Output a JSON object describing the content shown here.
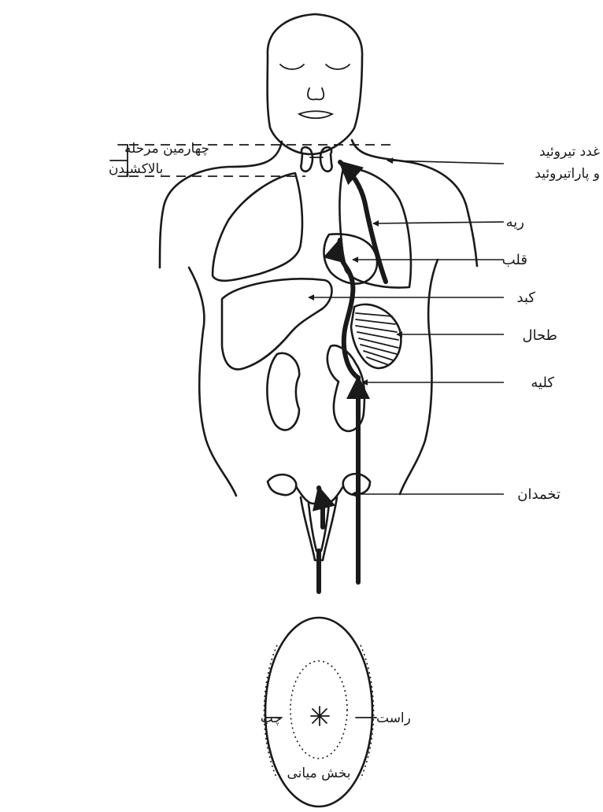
{
  "labels": {
    "fourth_stage_line1": "چهارمین مرحله",
    "fourth_stage_line2": "بالاکشیدن",
    "thyroid_line1": "غدد تیروئید",
    "thyroid_line2": "و پاراتیروئید",
    "lung": "ریه",
    "heart": "قلب",
    "liver": "کبد",
    "spleen": "طحال",
    "kidney": "کلیه",
    "ovary": "تخمدان",
    "right": "راست",
    "left": "چپ",
    "middle": "بخش میانی"
  },
  "colors": {
    "ink": "#1a1a1a",
    "paper": "#ffffff"
  }
}
